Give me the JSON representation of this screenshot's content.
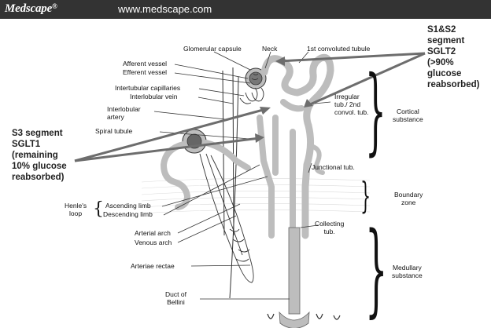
{
  "header": {
    "brand": "Medscape",
    "brand_mark": "®",
    "url": "www.medscape.com"
  },
  "labels": {
    "glomerular_capsule": "Glomerular capsule",
    "neck": "Neck",
    "first_convoluted": "1st convoluted tubule",
    "afferent": "Afferent vessel",
    "efferent": "Efferent vessel",
    "intertubular_capillaries": "Intertubular capillaries",
    "interlobular_vein": "Interlobular vein",
    "interlobular_artery_1": "Interlobular",
    "interlobular_artery_2": "artery",
    "spiral_tubule": "Spiral tubule",
    "irregular_1": "Irregular",
    "irregular_2": "tub./ 2nd",
    "irregular_3": "convol. tub.",
    "junctional": "Junctional tub.",
    "henles_1": "Henle's",
    "henles_2": "loop",
    "ascending": "Ascending limb",
    "descending": "Descending limb",
    "arterial_arch": "Arterial arch",
    "venous_arch": "Venous arch",
    "arteriae_rectae": "Arteriae rectae",
    "collecting_1": "Collecting",
    "collecting_2": "tub.",
    "duct_1": "Duct of",
    "duct_2": "Bellini",
    "cortical_1": "Cortical",
    "cortical_2": "substance",
    "boundary_1": "Boundary",
    "boundary_2": "zone",
    "medullary_1": "Medullary",
    "medullary_2": "substance"
  },
  "annotations": {
    "s3": [
      "S3 segment",
      "SGLT1",
      "(remaining",
      "10% glucose",
      "reabsorbed)"
    ],
    "s1s2": [
      "S1&S2",
      "segment",
      "SGLT2",
      "(>90%",
      "glucose",
      "reabsorbed)"
    ]
  },
  "colors": {
    "header_bg": "#333333",
    "tubule_gray": "#bdbdbd",
    "line": "#333333",
    "arrow": "#6d6d6d"
  }
}
